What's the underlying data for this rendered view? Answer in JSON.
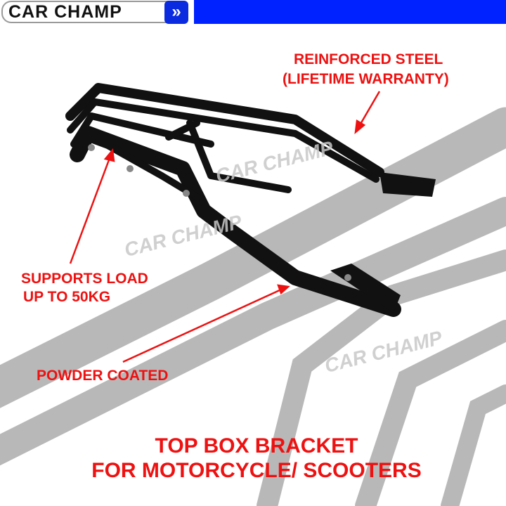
{
  "brand": {
    "logo_text": "CAR CHAMP",
    "accent": "#0022ff"
  },
  "labels": {
    "reinforced_line1": "REINFORCED STEEL",
    "reinforced_line2": "(LIFETIME WARRANTY)",
    "supports_line1": "SUPPORTS LOAD",
    "supports_line2": "UP TO 50KG",
    "powder": "POWDER COATED"
  },
  "title": {
    "line1": "TOP BOX BRACKET",
    "line2": "FOR MOTORCYCLE/ SCOOTERS"
  },
  "watermark": "CAR CHAMP",
  "colors": {
    "label": "#ee1111",
    "product": "#111111",
    "background_shadow": "#b5b5b5"
  }
}
